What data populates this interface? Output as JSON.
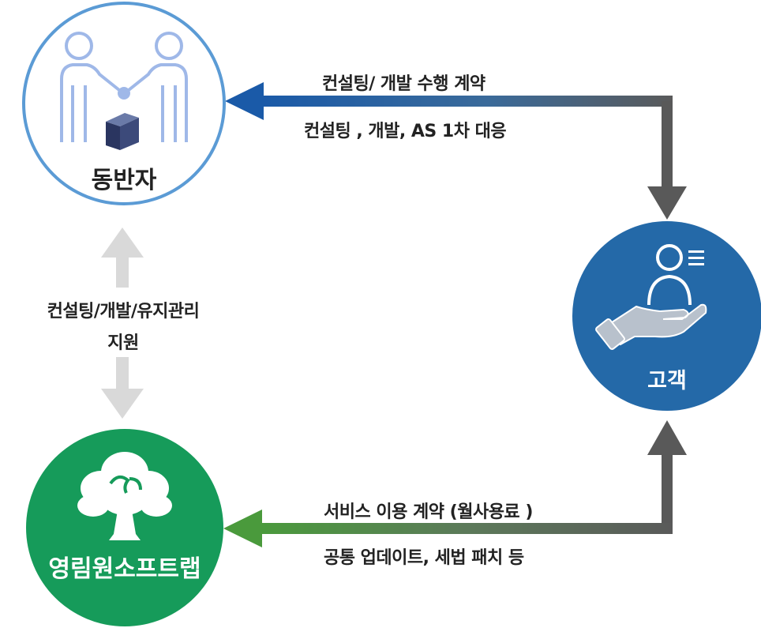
{
  "nodes": {
    "partner": {
      "label": "동반자"
    },
    "customer": {
      "label": "고객"
    },
    "company": {
      "label": "영림원소프트랩"
    }
  },
  "edges": {
    "customer_to_partner": {
      "line1": "컨설팅/ 개발 수행 계약",
      "line2": "컨설팅 , 개발,  AS 1차 대응"
    },
    "customer_to_company": {
      "line1": "서비스 이용 계약 (월사용료 )",
      "line2": "공통 업데이트, 세법 패치 등"
    },
    "company_partner": {
      "line1": "컨설팅/개발/유지관리",
      "line2": "지원"
    }
  },
  "colors": {
    "partner_border": "#5b9bd5",
    "customer_fill": "#2469a8",
    "company_fill": "#169b5a",
    "arrow_gray": "#555555",
    "arrow_blue": "#1a5aa8",
    "arrow_green": "#4a9a3c",
    "support_arrow": "#d9d9d9"
  }
}
